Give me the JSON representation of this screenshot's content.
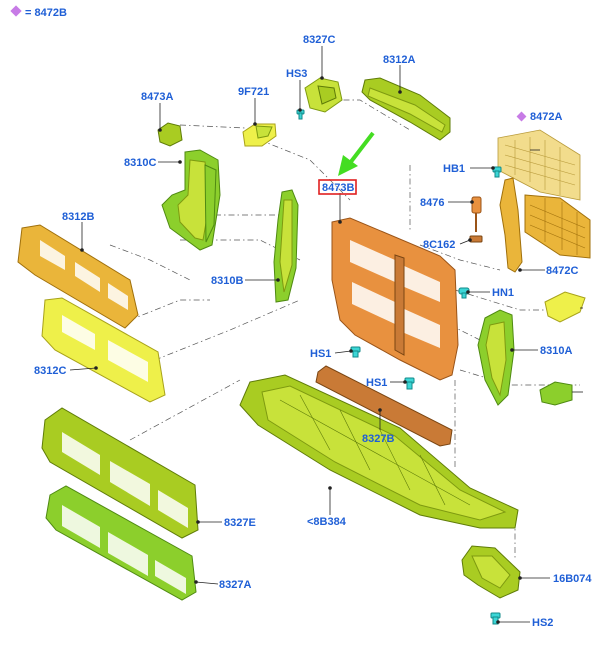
{
  "legend": {
    "text": "= 8472B",
    "marker_color": "#c77be6"
  },
  "highlight": {
    "label": "8473B",
    "box_color": "#e02020",
    "arrow_color": "#44dd22"
  },
  "labels": {
    "l_8327C": "8327C",
    "l_8312A": "8312A",
    "l_HS3": "HS3",
    "l_8473A": "8473A",
    "l_9F721": "9F721",
    "l_8472A": "8472A",
    "l_8310C": "8310C",
    "l_HB1": "HB1",
    "l_8312B": "8312B",
    "l_8476": "8476",
    "l_8C162": "8C162",
    "l_8472C": "8472C",
    "l_8310B": "8310B",
    "l_HN1": "HN1",
    "l_8310A": "8310A",
    "l_HS1a": "HS1",
    "l_HS1b": "HS1",
    "l_8312C": "8312C",
    "l_8327B": "8327B",
    "l_8B384": "<8B384",
    "l_8327E": "8327E",
    "l_16B074": "16B074",
    "l_8327A": "8327A",
    "l_HS2": "HS2"
  },
  "colors": {
    "label_text": "#1f5fd6",
    "selected_part": "#e8913f",
    "green_parts": "#8ccf2c",
    "yellow_parts": "#eef04a",
    "fasteners": "#3cd6d6"
  }
}
